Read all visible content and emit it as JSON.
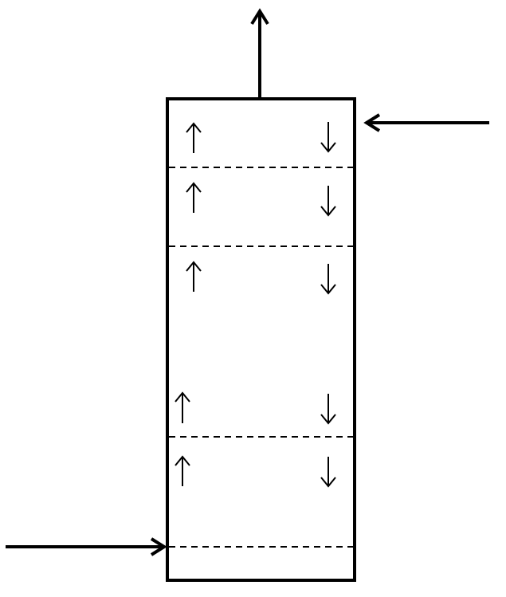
{
  "diagram": {
    "kind": "column-flow-schematic",
    "colors": {
      "stroke": "#000000",
      "background": "#ffffff"
    },
    "external_streams": [
      {
        "id": "top-outlet",
        "direction": "up"
      },
      {
        "id": "top-inlet",
        "direction": "left"
      },
      {
        "id": "bottom-inlet",
        "direction": "right"
      }
    ],
    "internal_flow": {
      "up_icon": "arrow-up-icon",
      "down_icon": "arrow-down-icon",
      "stages": 5
    },
    "divider_style": "dashed",
    "labels": []
  }
}
